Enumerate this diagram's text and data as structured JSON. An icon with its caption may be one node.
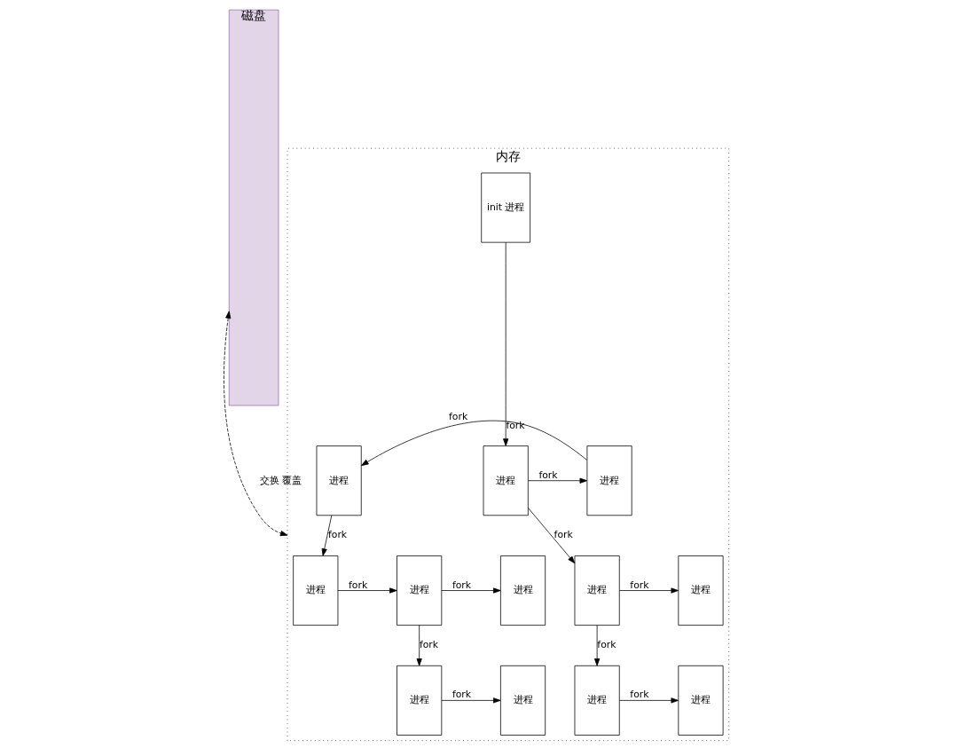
{
  "diagram": {
    "nodes": [
      {
        "text": [
          "磁盘"
        ]
      },
      {
        "text": [
          "内存"
        ]
      },
      {
        "text": [
          "init 进程"
        ],
        "in": 1
      },
      {
        "text": [
          "进程"
        ],
        "in": 1
      },
      {
        "text": [
          "进程"
        ],
        "in": 1
      },
      {
        "text": [
          "进程"
        ],
        "in": 1
      },
      {
        "text": [
          "进程"
        ],
        "in": 1
      },
      {
        "text": [
          "进程"
        ],
        "in": 1
      },
      {
        "text": [
          "进程"
        ],
        "in": 1
      },
      {
        "text": [
          "进程"
        ],
        "in": 1
      },
      {
        "text": [
          "进程"
        ],
        "in": 1
      },
      {
        "text": [
          "进程"
        ],
        "in": 1
      },
      {
        "text": [
          "进程"
        ],
        "in": 1
      },
      {
        "text": [
          "进程"
        ],
        "in": 1
      },
      {
        "text": [
          "进程"
        ],
        "in": 1
      }
    ],
    "edges": [
      {
        "from": 0,
        "to": 1,
        "arrow": "both",
        "style": "dashed",
        "label": "交换 覆盖"
      },
      {
        "from": 2,
        "to": 3,
        "arrow": "to",
        "label": "fork"
      },
      {
        "from": 3,
        "to": 4,
        "arrow": "to",
        "label": "fork"
      },
      {
        "from": 4,
        "to": 5,
        "arrow": "to",
        "label": "fork"
      },
      {
        "from": 3,
        "to": 6,
        "arrow": "to",
        "label": "fork"
      },
      {
        "from": 5,
        "to": 8,
        "arrow": "to",
        "label": "fork"
      },
      {
        "from": 6,
        "to": 7,
        "arrow": "to",
        "label": "fork"
      },
      {
        "from": 8,
        "to": 9,
        "arrow": "to",
        "label": "fork"
      },
      {
        "from": 9,
        "to": 10,
        "arrow": "to",
        "label": "fork"
      },
      {
        "from": 6,
        "to": 11,
        "arrow": "to",
        "label": "fork"
      },
      {
        "from": 9,
        "to": 13,
        "arrow": "to",
        "label": "fork"
      },
      {
        "from": 11,
        "to": 12,
        "arrow": "to",
        "label": "fork"
      },
      {
        "from": 13,
        "to": 14,
        "arrow": "to",
        "label": "fork"
      }
    ]
  }
}
